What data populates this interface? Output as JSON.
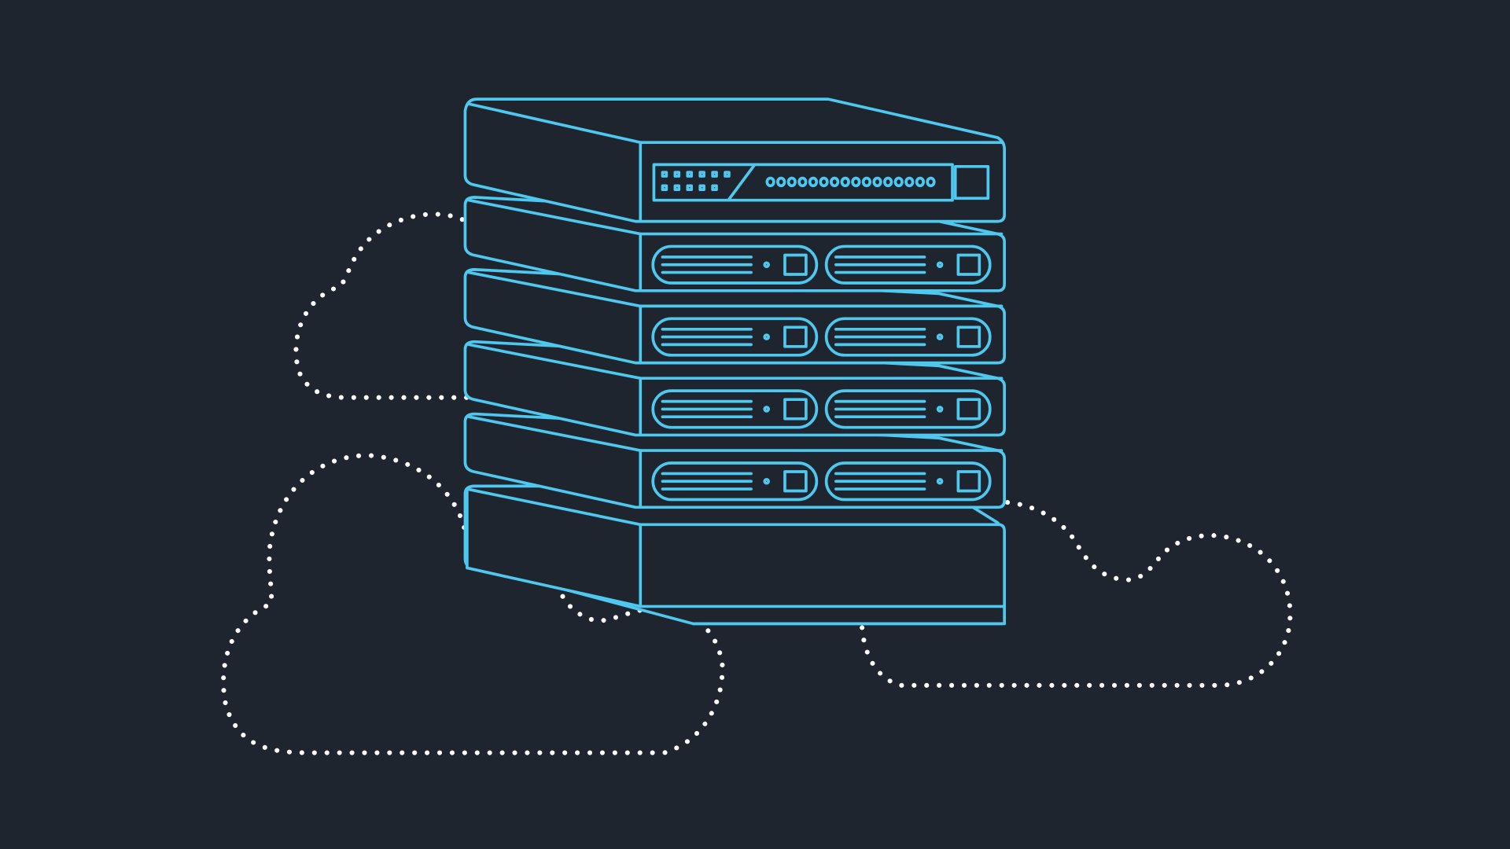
{
  "illustration": {
    "subject": "server-rack-with-clouds",
    "colors": {
      "background": "#1e252e",
      "server_outline": "#4fc8f0",
      "cloud_dots": "#ffffff"
    },
    "drive_units": 4,
    "drive_bays_per_unit": 2
  }
}
